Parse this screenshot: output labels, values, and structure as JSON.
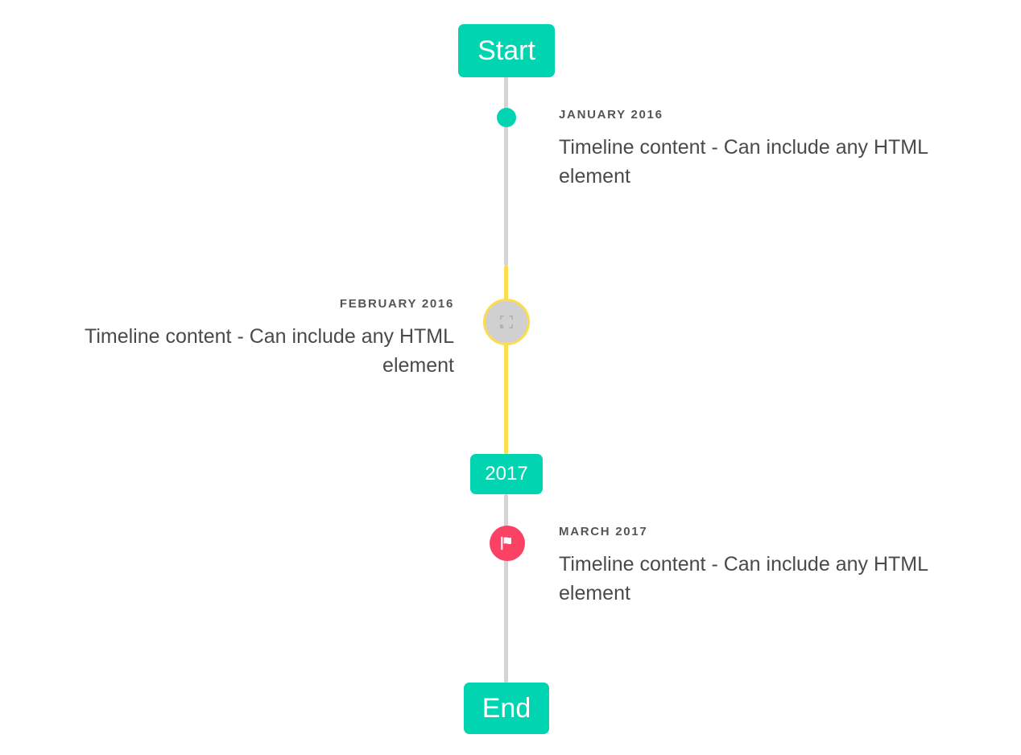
{
  "timeline": {
    "start_label": "Start",
    "end_label": "End",
    "year_divider_label": "2017",
    "colors": {
      "accent_teal": "#00d4b1",
      "rail_gray": "#d4d4d4",
      "rail_yellow": "#fcdd4f",
      "flag_pink": "#fb4265",
      "date_text": "#555555",
      "body_text": "#4a4a4a"
    },
    "entries": [
      {
        "date": "JANUARY 2016",
        "body": "Timeline content - Can include any HTML element",
        "side": "right",
        "marker": "teal-dot-icon"
      },
      {
        "date": "FEBRUARY 2016",
        "body": "Timeline content - Can include any HTML element",
        "side": "left",
        "marker": "broken-image-icon"
      },
      {
        "date": "MARCH 2017",
        "body": "Timeline content - Can include any HTML element",
        "side": "right",
        "marker": "flag-icon"
      }
    ]
  }
}
